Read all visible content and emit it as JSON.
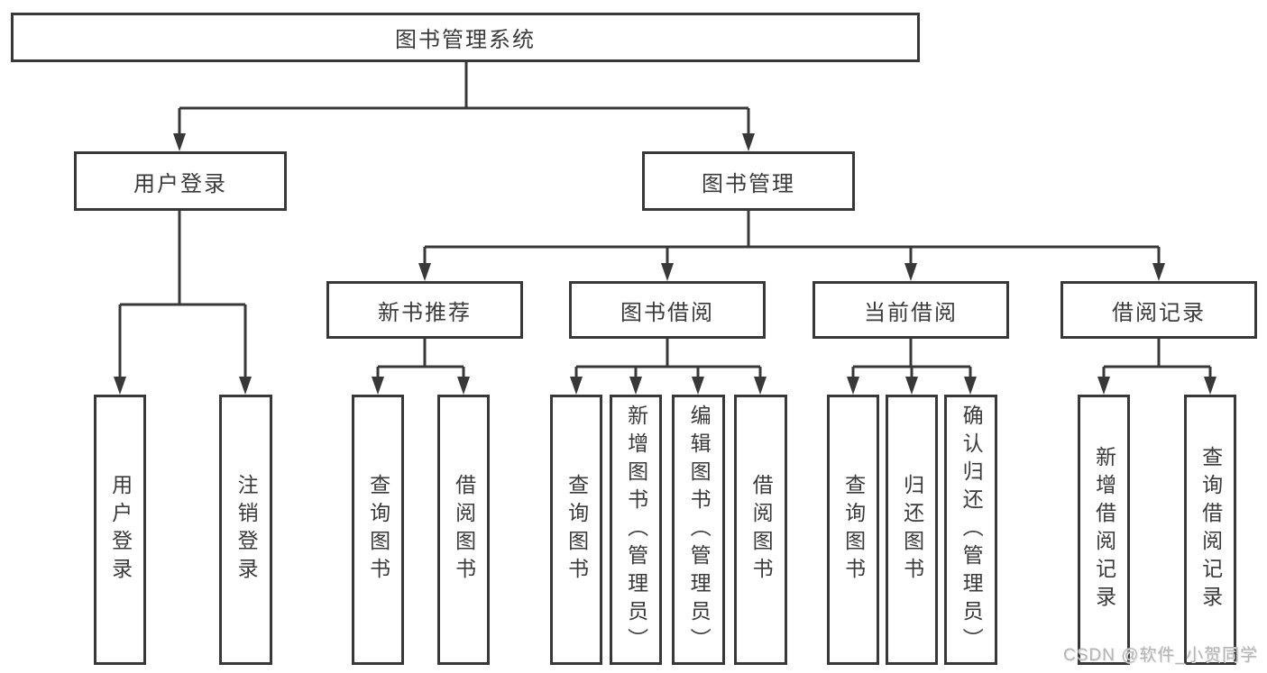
{
  "tree": {
    "label": "图书管理系统",
    "children": [
      {
        "label": "用户登录",
        "children": [
          {
            "label": "用户登录"
          },
          {
            "label": "注销登录"
          }
        ]
      },
      {
        "label": "图书管理",
        "children": [
          {
            "label": "新书推荐",
            "children": [
              {
                "label": "查询图书"
              },
              {
                "label": "借阅图书"
              }
            ]
          },
          {
            "label": "图书借阅",
            "children": [
              {
                "label": "查询图书"
              },
              {
                "label": "新增图书（管理员）"
              },
              {
                "label": "编辑图书（管理员）"
              },
              {
                "label": "借阅图书"
              }
            ]
          },
          {
            "label": "当前借阅",
            "children": [
              {
                "label": "查询图书"
              },
              {
                "label": "归还图书"
              },
              {
                "label": "确认归还（管理员）"
              }
            ]
          },
          {
            "label": "借阅记录",
            "children": [
              {
                "label": "新增借阅记录"
              },
              {
                "label": "查询借阅记录"
              }
            ]
          }
        ]
      }
    ]
  },
  "watermark": {
    "text": "CSDN @软件_小贺同学"
  },
  "colors": {
    "line": "#383838",
    "box_border": "#383838",
    "text": "#3a3a3a",
    "watermark": "#b5b5b5",
    "background": "#ffffff"
  }
}
